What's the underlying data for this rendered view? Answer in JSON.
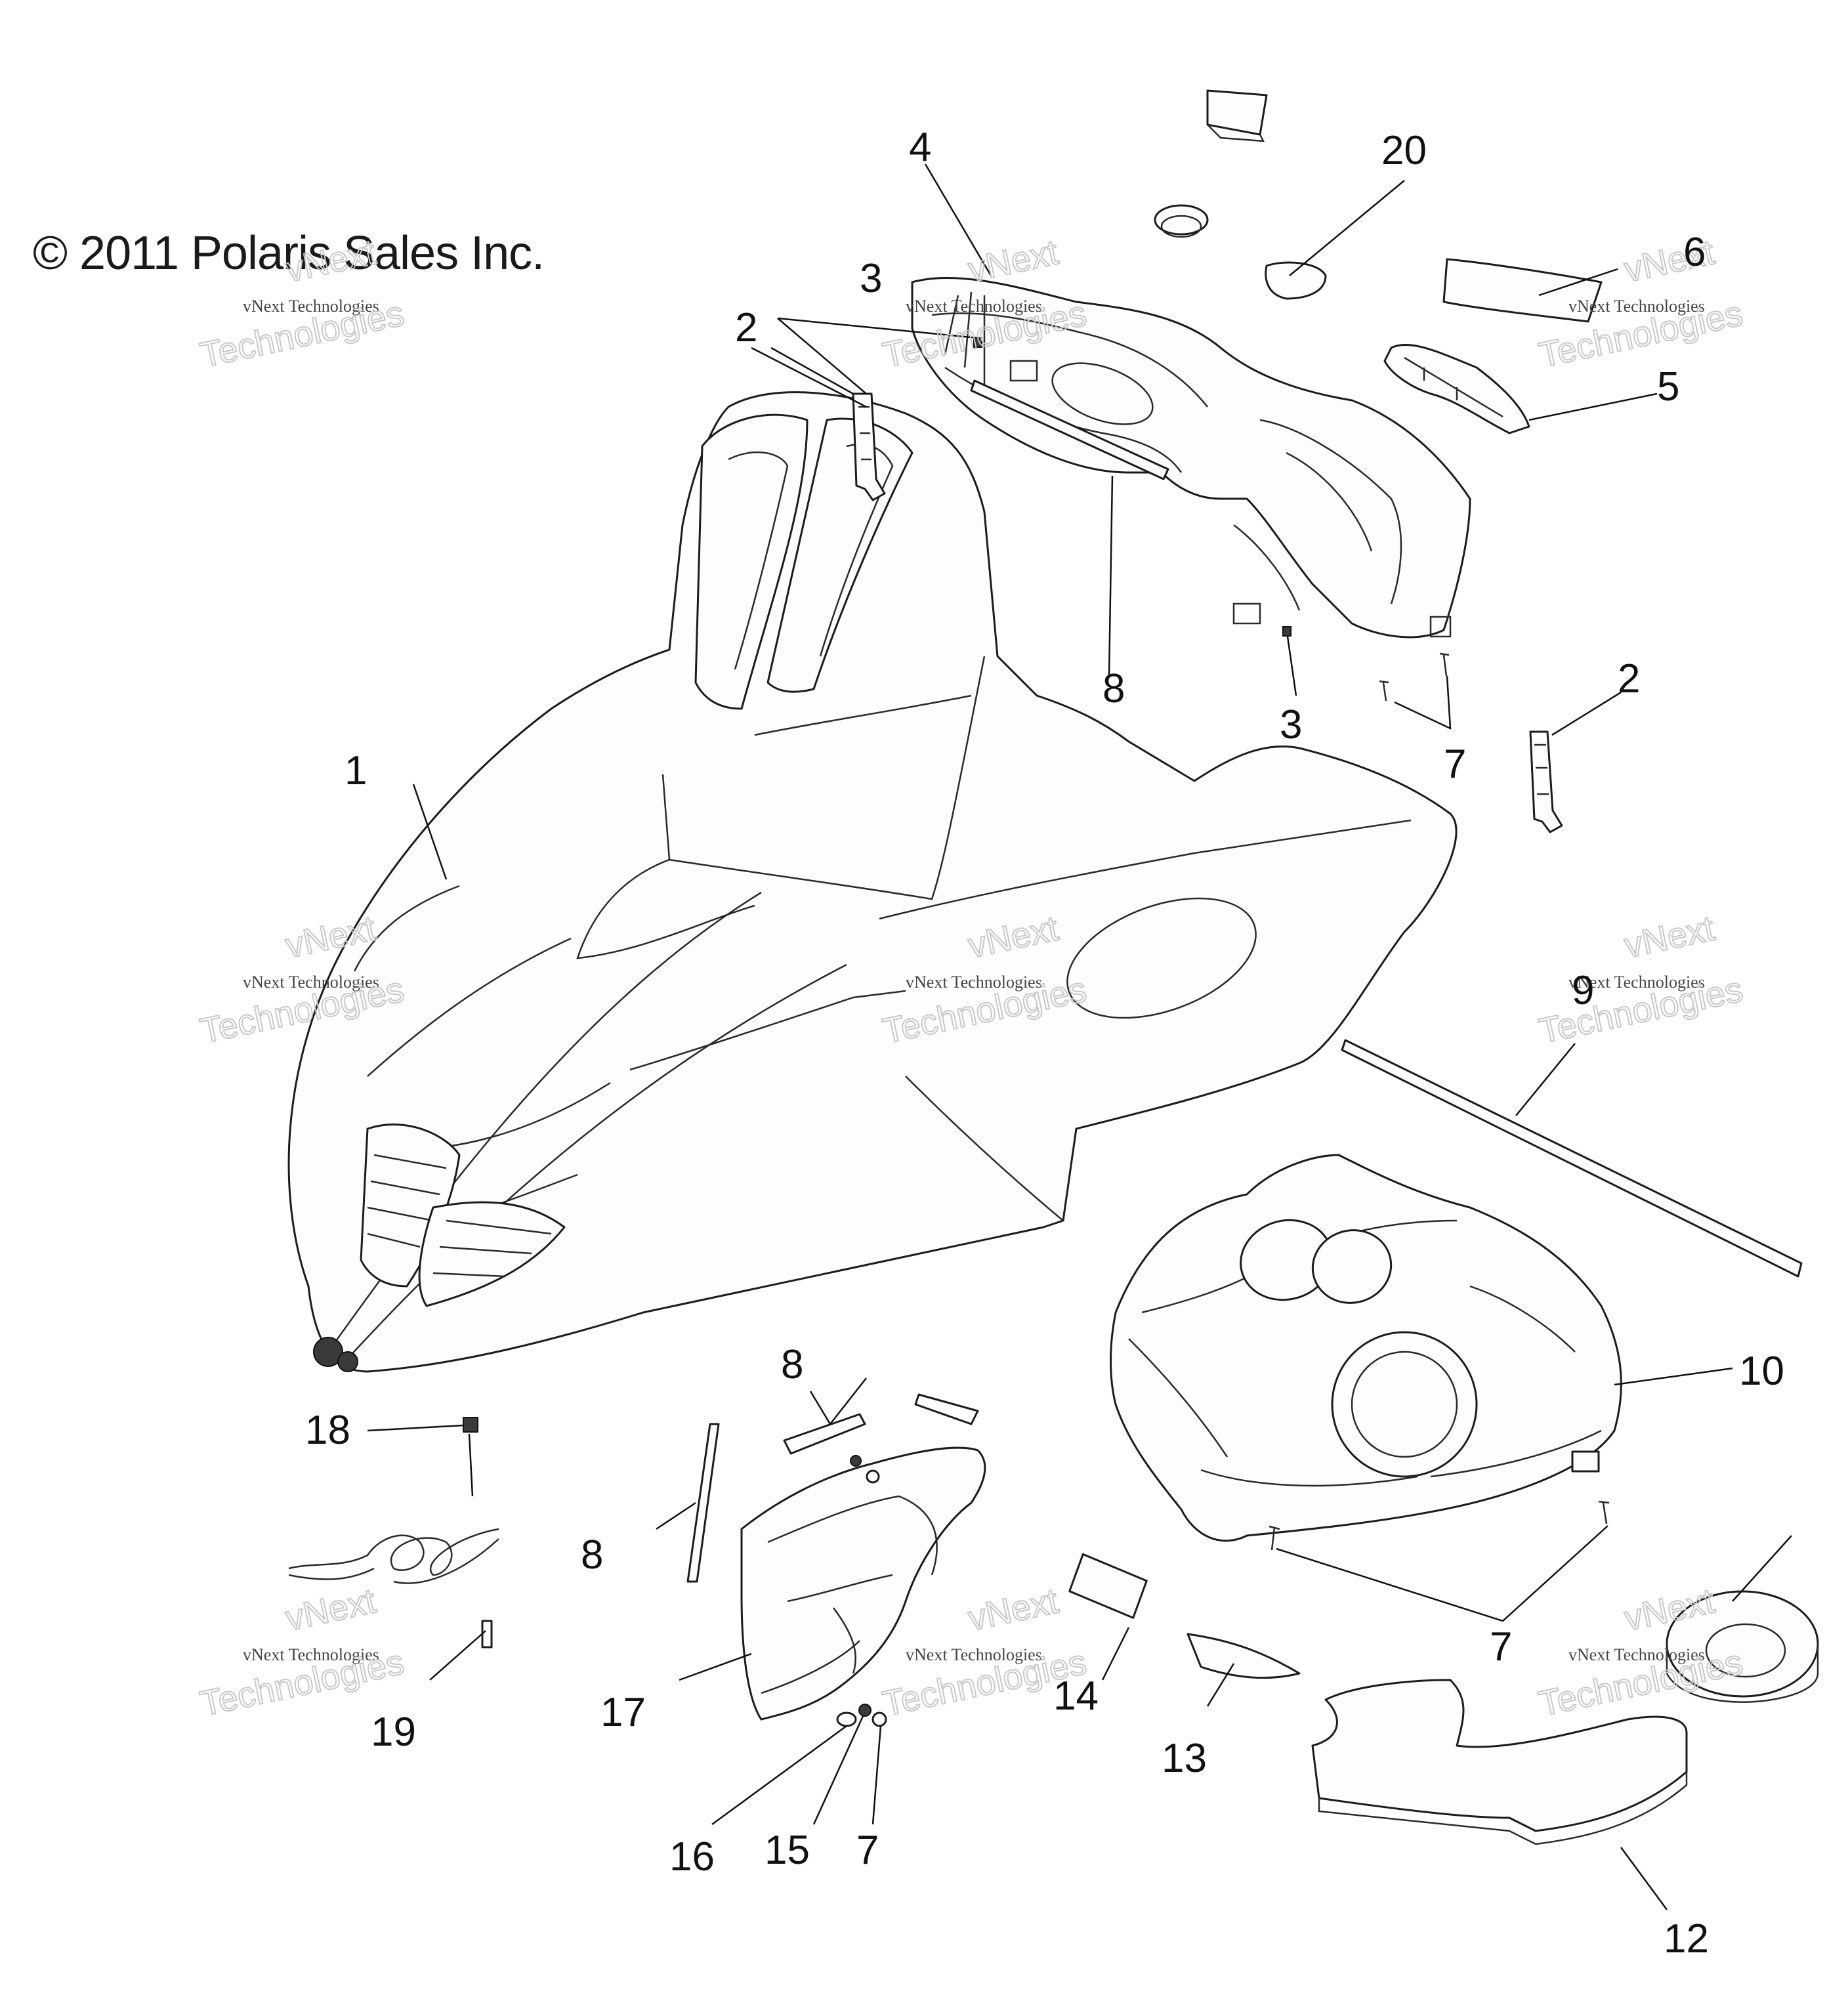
{
  "copyright": "© 2011 Polaris Sales Inc.",
  "watermark": {
    "small": "vNext Technologies",
    "large_top": "vNext",
    "large_bottom": "Technologies"
  },
  "callouts": [
    {
      "id": "c1",
      "label": "1"
    },
    {
      "id": "c2a",
      "label": "2"
    },
    {
      "id": "c2b",
      "label": "2"
    },
    {
      "id": "c3a",
      "label": "3"
    },
    {
      "id": "c3b",
      "label": "3"
    },
    {
      "id": "c4",
      "label": "4"
    },
    {
      "id": "c5",
      "label": "5"
    },
    {
      "id": "c6",
      "label": "6"
    },
    {
      "id": "c7a",
      "label": "7"
    },
    {
      "id": "c7b",
      "label": "7"
    },
    {
      "id": "c7c",
      "label": "7"
    },
    {
      "id": "c8a",
      "label": "8"
    },
    {
      "id": "c8b",
      "label": "8"
    },
    {
      "id": "c8c",
      "label": "8"
    },
    {
      "id": "c9",
      "label": "9"
    },
    {
      "id": "c10",
      "label": "10"
    },
    {
      "id": "c12",
      "label": "12"
    },
    {
      "id": "c13",
      "label": "13"
    },
    {
      "id": "c14",
      "label": "14"
    },
    {
      "id": "c15",
      "label": "15"
    },
    {
      "id": "c16",
      "label": "16"
    },
    {
      "id": "c17",
      "label": "17"
    },
    {
      "id": "c18",
      "label": "18"
    },
    {
      "id": "c19",
      "label": "19"
    },
    {
      "id": "c20",
      "label": "20"
    }
  ]
}
